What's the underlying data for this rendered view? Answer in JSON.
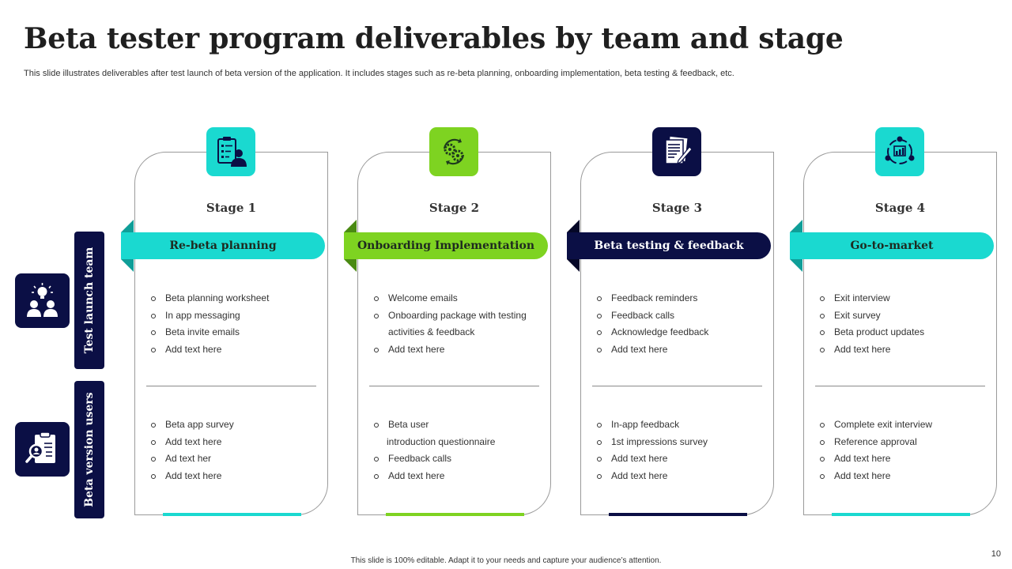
{
  "title": "Beta tester program deliverables by team and stage",
  "subtitle": "This slide illustrates deliverables after test launch of beta version of the application. It includes stages such as re-beta planning, onboarding implementation, beta testing & feedback, etc.",
  "footer": "This slide is 100% editable. Adapt it to your needs and capture your audience’s attention.",
  "page_number": "10",
  "rows": [
    {
      "label": "Test launch team",
      "icon": "team-lightbulb-icon"
    },
    {
      "label": "Beta version users",
      "icon": "clipboard-user-search-icon"
    }
  ],
  "colors": {
    "cyan": "#1ad9d0",
    "green": "#7ed321",
    "navy": "#0b0f45",
    "cyan_fold": "#0f9e98",
    "green_fold": "#4a8a12",
    "navy_fold": "#050727"
  },
  "stages": [
    {
      "stage": "Stage 1",
      "banner": "Re-beta planning",
      "icon": "checklist-person-icon",
      "team_items": [
        "Beta planning worksheet",
        "In app messaging",
        "Beta invite emails",
        "Add text here"
      ],
      "user_items": [
        "Beta app survey",
        "Add text here",
        "Ad text her",
        "Add text here"
      ]
    },
    {
      "stage": "Stage 2",
      "banner": "Onboarding Implementation",
      "icon": "gears-cycle-icon",
      "team_items": [
        "Welcome emails",
        "Onboarding package with testing",
        "activities & feedback",
        "Add text here"
      ],
      "user_items": [
        "Beta user",
        "introduction questionnaire",
        "Feedback calls",
        "Add text here"
      ]
    },
    {
      "stage": "Stage 3",
      "banner": "Beta testing & feedback",
      "icon": "documents-pen-icon",
      "team_items": [
        "Feedback reminders",
        "Feedback calls",
        "Acknowledge feedback",
        "Add text here"
      ],
      "user_items": [
        "In-app feedback",
        "1st impressions survey",
        "Add text here",
        "Add text here"
      ]
    },
    {
      "stage": "Stage 4",
      "banner": "Go-to-market",
      "icon": "market-cycle-icon",
      "team_items": [
        "Exit interview",
        "Exit survey",
        "Beta product updates",
        "Add text here"
      ],
      "user_items": [
        "Complete exit interview",
        "Reference approval",
        "Add text here",
        "Add text here"
      ]
    }
  ]
}
